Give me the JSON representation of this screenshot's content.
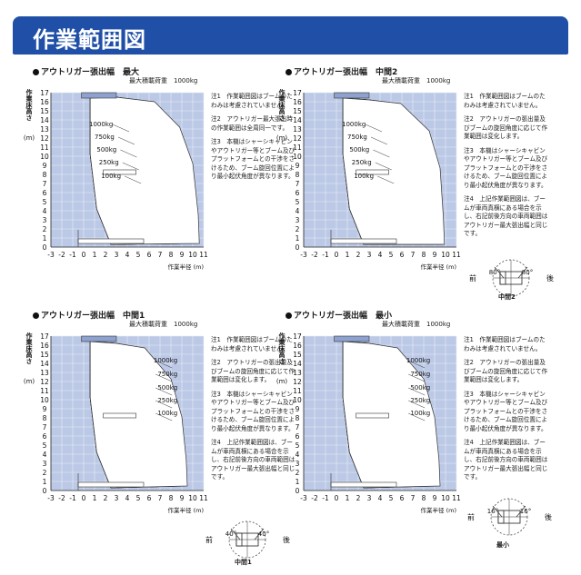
{
  "title": "作業範囲図",
  "common": {
    "height_label": "作業床高さ",
    "height_unit": "(m)",
    "radius_label": "作業半径 (m)",
    "max_load_label": "最大積載荷重",
    "max_load_value": "1000kg",
    "x_ticks": [
      "-3",
      "-2",
      "-1",
      "0",
      "1",
      "2",
      "3",
      "4",
      "5",
      "6",
      "7",
      "8",
      "9",
      "10",
      "11"
    ],
    "y_ticks": [
      "17",
      "16",
      "15",
      "14",
      "13",
      "12",
      "11",
      "10",
      "9",
      "8",
      "7",
      "6",
      "5",
      "4",
      "3",
      "2",
      "1",
      "0"
    ],
    "front_label": "前",
    "rear_label": "後"
  },
  "panels": [
    {
      "title": "アウトリガー張出幅　最大",
      "loads": [
        "1000kg",
        "750kg",
        "500kg",
        "250kg",
        "100kg"
      ],
      "notes": [
        "注1　作業範囲図はブームのたわみは考慮されていません。",
        "注2　アウトリガー最大張出時の作業範囲は全周同一です。",
        "注3　本機はシャーシキャビンやアウトリガー等とブーム及び プラットフォームとの干渉をさけるため、ブーム旋回位置により最小起伏角度が異なります。"
      ]
    },
    {
      "title": "アウトリガー張出幅　中間2",
      "loads": [
        "1000kg",
        "750kg",
        "500kg",
        "250kg",
        "100kg"
      ],
      "notes": [
        "注1　作業範囲図はブームのたわみは考慮されていません。",
        "注2　アウトリガーの張出量及びブームの旋回角度に応じて作業範囲は変化します。",
        "注3　本機はシャーシキャビンやアウトリガー等とブーム及びプラットフォームとの干渉をさけるため、ブーム旋回位置により最小起伏角度が異なります。",
        "注4　上記作業範囲図は、ブームが車両真横にある場合を示し、右記前後方向の車両範囲はアウトリガー最大張出幅と同じです。"
      ],
      "diagram": {
        "angle_front": "80°",
        "angle_rear": "80°",
        "caption": "中間2"
      }
    },
    {
      "title": "アウトリガー張出幅　中間1",
      "loads": [
        "1000kg",
        "750kg",
        "500kg",
        "250kg",
        "100kg"
      ],
      "notes": [
        "注1　作業範囲図はブームのたわみは考慮されていません。",
        "注2　アウトリガーの張出量及びブームの旋回角度に応じて作業範囲は変化します。",
        "注3　本機はシャーシキャビンやアウトリガー等とブーム及び プラットフォームとの干渉をさけるため、ブーム旋回位置により最小起伏角度が異なります。",
        "注4　上記作業範囲図は、ブームが車両真横にある場合を示し、右記前後方向の車両範囲はアウトリガー最大張出幅と同じです。"
      ],
      "diagram": {
        "angle_front": "40°",
        "angle_rear": "40°",
        "caption": "中間1"
      }
    },
    {
      "title": "アウトリガー張出幅　最小",
      "loads": [
        "1000kg",
        "750kg",
        "500kg",
        "250kg",
        "100kg"
      ],
      "notes": [
        "注1　作業範囲図はブームのたわみは考慮されていません。",
        "注2　アウトリガーの張出量及びブームの旋回角度に応じて作業範囲は変化します。",
        "注3　本機はシャーシキャビンやアウトリガー等とブーム及びプラットフォームとの干渉をさけるため、ブーム旋回位置により最小起伏角度が異なります。",
        "注4　上記作業範囲図は、ブームが車両真横にある場合を示し、右記前後方向の車両範囲はアウトリガー最大張出幅と同じです。"
      ],
      "diagram": {
        "angle_front": "16°",
        "angle_rear": "16°",
        "caption": "最小"
      }
    }
  ]
}
